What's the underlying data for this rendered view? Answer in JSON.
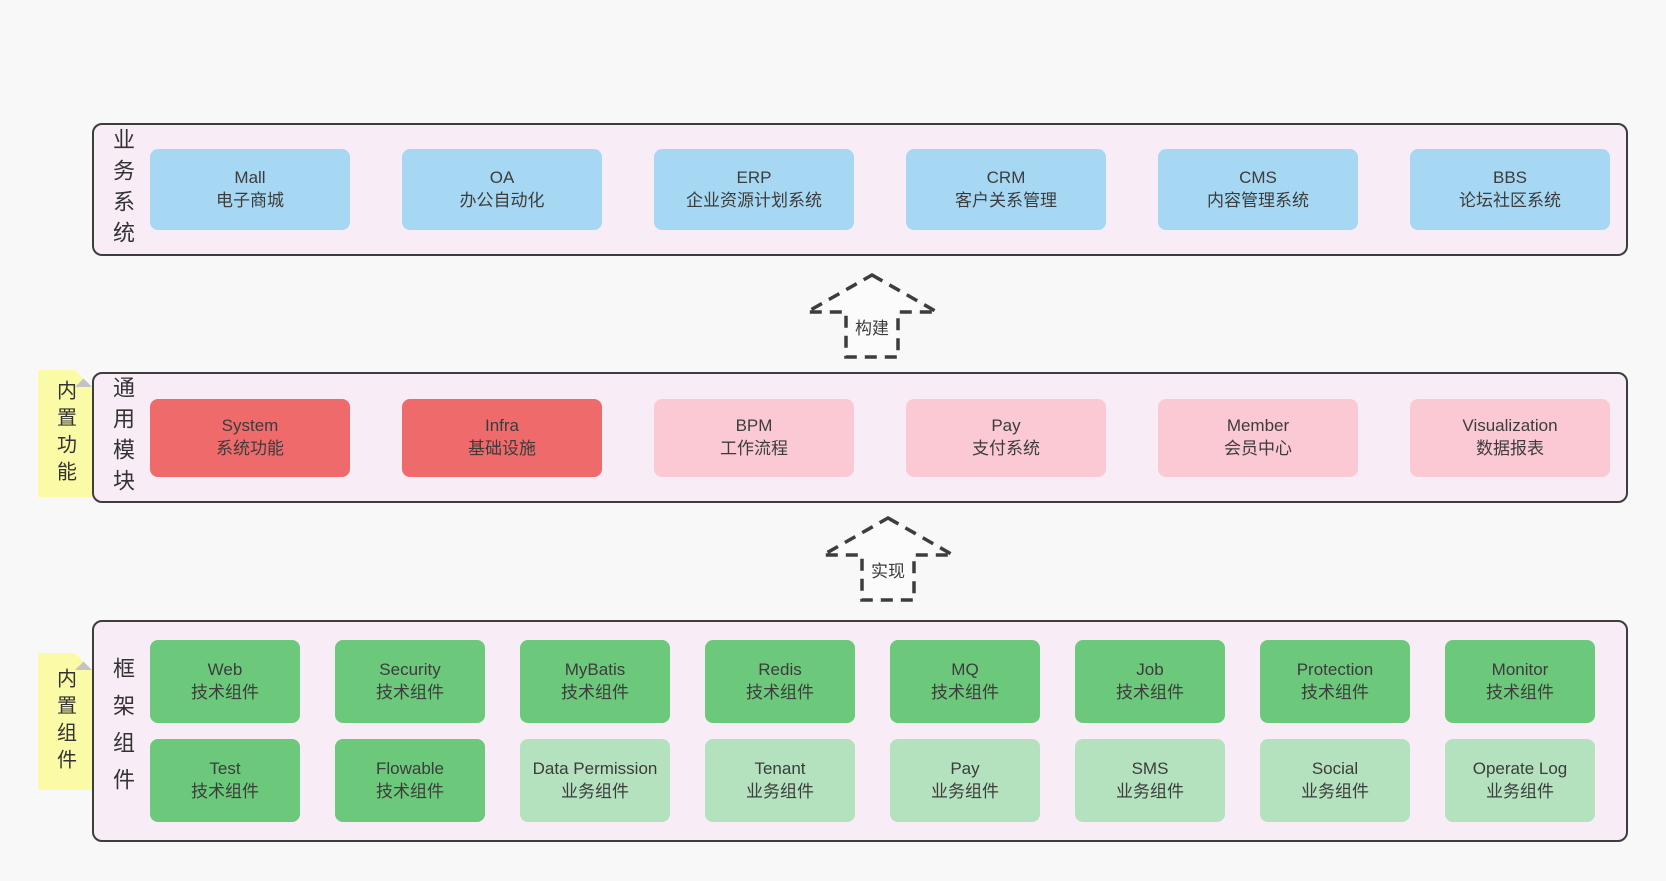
{
  "colors": {
    "page_bg": "#f8f8f8",
    "band_bg": "#f8edf6",
    "band_border": "#3d3d3d",
    "text": "#3c3c3c",
    "blue": "#a7d8f3",
    "red": "#ee6a6b",
    "pink": "#fbc9d4",
    "green": "#6cc87a",
    "light_green": "#b4e1be",
    "note_bg": "#fbfaa6",
    "note_fold": "#c3c3c3"
  },
  "arrows": [
    {
      "label": "构建"
    },
    {
      "label": "实现"
    }
  ],
  "bands": [
    {
      "label": "业务系统",
      "boxes": [
        {
          "title": "Mall",
          "subtitle": "电子商城",
          "variant": "blue"
        },
        {
          "title": "OA",
          "subtitle": "办公自动化",
          "variant": "blue"
        },
        {
          "title": "ERP",
          "subtitle": "企业资源计划系统",
          "variant": "blue"
        },
        {
          "title": "CRM",
          "subtitle": "客户关系管理",
          "variant": "blue"
        },
        {
          "title": "CMS",
          "subtitle": "内容管理系统",
          "variant": "blue"
        },
        {
          "title": "BBS",
          "subtitle": "论坛社区系统",
          "variant": "blue"
        }
      ]
    },
    {
      "label": "通用模块",
      "note": "内置功能",
      "boxes": [
        {
          "title": "System",
          "subtitle": "系统功能",
          "variant": "red"
        },
        {
          "title": "Infra",
          "subtitle": "基础设施",
          "variant": "red"
        },
        {
          "title": "BPM",
          "subtitle": "工作流程",
          "variant": "pink"
        },
        {
          "title": "Pay",
          "subtitle": "支付系统",
          "variant": "pink"
        },
        {
          "title": "Member",
          "subtitle": "会员中心",
          "variant": "pink"
        },
        {
          "title": "Visualization",
          "subtitle": "数据报表",
          "variant": "pink"
        }
      ]
    },
    {
      "label": "框架组件",
      "note": "内置组件",
      "boxes": [
        {
          "title": "Web",
          "subtitle": "技术组件",
          "variant": "green"
        },
        {
          "title": "Security",
          "subtitle": "技术组件",
          "variant": "green"
        },
        {
          "title": "MyBatis",
          "subtitle": "技术组件",
          "variant": "green"
        },
        {
          "title": "Redis",
          "subtitle": "技术组件",
          "variant": "green"
        },
        {
          "title": "MQ",
          "subtitle": "技术组件",
          "variant": "green"
        },
        {
          "title": "Job",
          "subtitle": "技术组件",
          "variant": "green"
        },
        {
          "title": "Protection",
          "subtitle": "技术组件",
          "variant": "green"
        },
        {
          "title": "Monitor",
          "subtitle": "技术组件",
          "variant": "green"
        },
        {
          "title": "Test",
          "subtitle": "技术组件",
          "variant": "green"
        },
        {
          "title": "Flowable",
          "subtitle": "技术组件",
          "variant": "green"
        },
        {
          "title": "Data Permission",
          "subtitle": "业务组件",
          "variant": "light_green"
        },
        {
          "title": "Tenant",
          "subtitle": "业务组件",
          "variant": "light_green"
        },
        {
          "title": "Pay",
          "subtitle": "业务组件",
          "variant": "light_green"
        },
        {
          "title": "SMS",
          "subtitle": "业务组件",
          "variant": "light_green"
        },
        {
          "title": "Social",
          "subtitle": "业务组件",
          "variant": "light_green"
        },
        {
          "title": "Operate Log",
          "subtitle": "业务组件",
          "variant": "light_green"
        }
      ]
    }
  ]
}
